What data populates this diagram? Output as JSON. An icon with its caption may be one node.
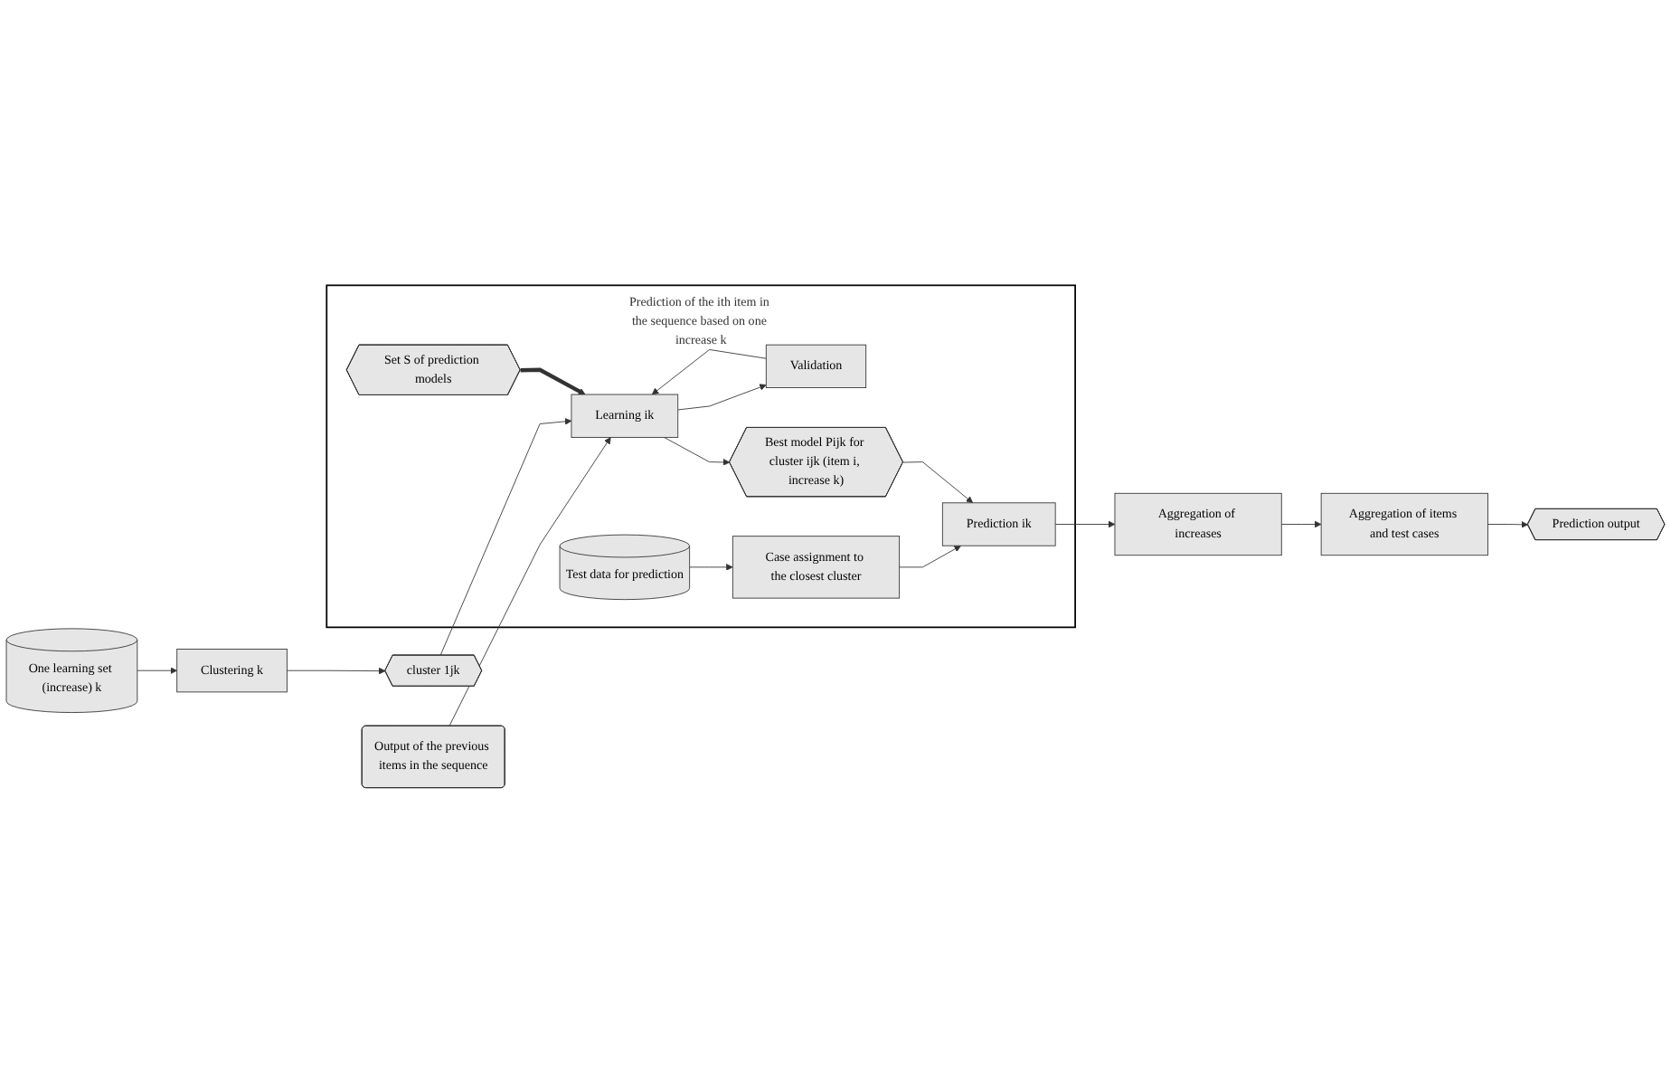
{
  "diagram": {
    "nodes": [
      {
        "text": [
          "One learning set (increase) k"
        ]
      },
      {
        "text": [
          "Clustering k"
        ]
      },
      {
        "text": [
          "cluster 1jk"
        ]
      },
      {
        "text": [
          "Output of the previous items in the sequence"
        ]
      },
      {
        "text": [
          "Prediction of the ith item in the sequence based on one increase k"
        ]
      },
      {
        "text": [
          "Set S of prediction models"
        ],
        "in": 4
      },
      {
        "text": [
          "Learning ik"
        ],
        "in": 4
      },
      {
        "text": [
          "Validation"
        ],
        "in": 4
      },
      {
        "text": [
          "Best model Pijk for cluster ijk (item i, increase k)"
        ],
        "in": 4
      },
      {
        "text": [
          "Test data for prediction"
        ],
        "in": 4
      },
      {
        "text": [
          "Case assignment to the closest cluster"
        ],
        "in": 4
      },
      {
        "text": [
          "Prediction ik"
        ],
        "in": 4
      },
      {
        "text": [
          "Aggregation of increases"
        ]
      },
      {
        "text": [
          "Aggregation of items and test cases"
        ]
      },
      {
        "text": [
          "Prediction output"
        ]
      }
    ],
    "edges": [
      {
        "from": 0,
        "to": 1,
        "arrow": "to"
      },
      {
        "from": 1,
        "to": 2,
        "arrow": "to"
      },
      {
        "from": 3,
        "to": 6,
        "arrow": "to"
      },
      {
        "from": 2,
        "to": 6,
        "arrow": "to"
      },
      {
        "from": 5,
        "to": 6,
        "arrow": "to",
        "style": "thick"
      },
      {
        "from": 7,
        "to": 6,
        "arrow": "to"
      },
      {
        "from": 6,
        "to": 7,
        "arrow": "to"
      },
      {
        "from": 6,
        "to": 8,
        "arrow": "to"
      },
      {
        "from": 9,
        "to": 10,
        "arrow": "to"
      },
      {
        "from": 10,
        "to": 11,
        "arrow": "to"
      },
      {
        "from": 8,
        "to": 11,
        "arrow": "to"
      },
      {
        "from": 11,
        "to": 12,
        "arrow": "to"
      },
      {
        "from": 12,
        "to": 13,
        "arrow": "to"
      },
      {
        "from": 13,
        "to": 14,
        "arrow": "to"
      }
    ]
  }
}
